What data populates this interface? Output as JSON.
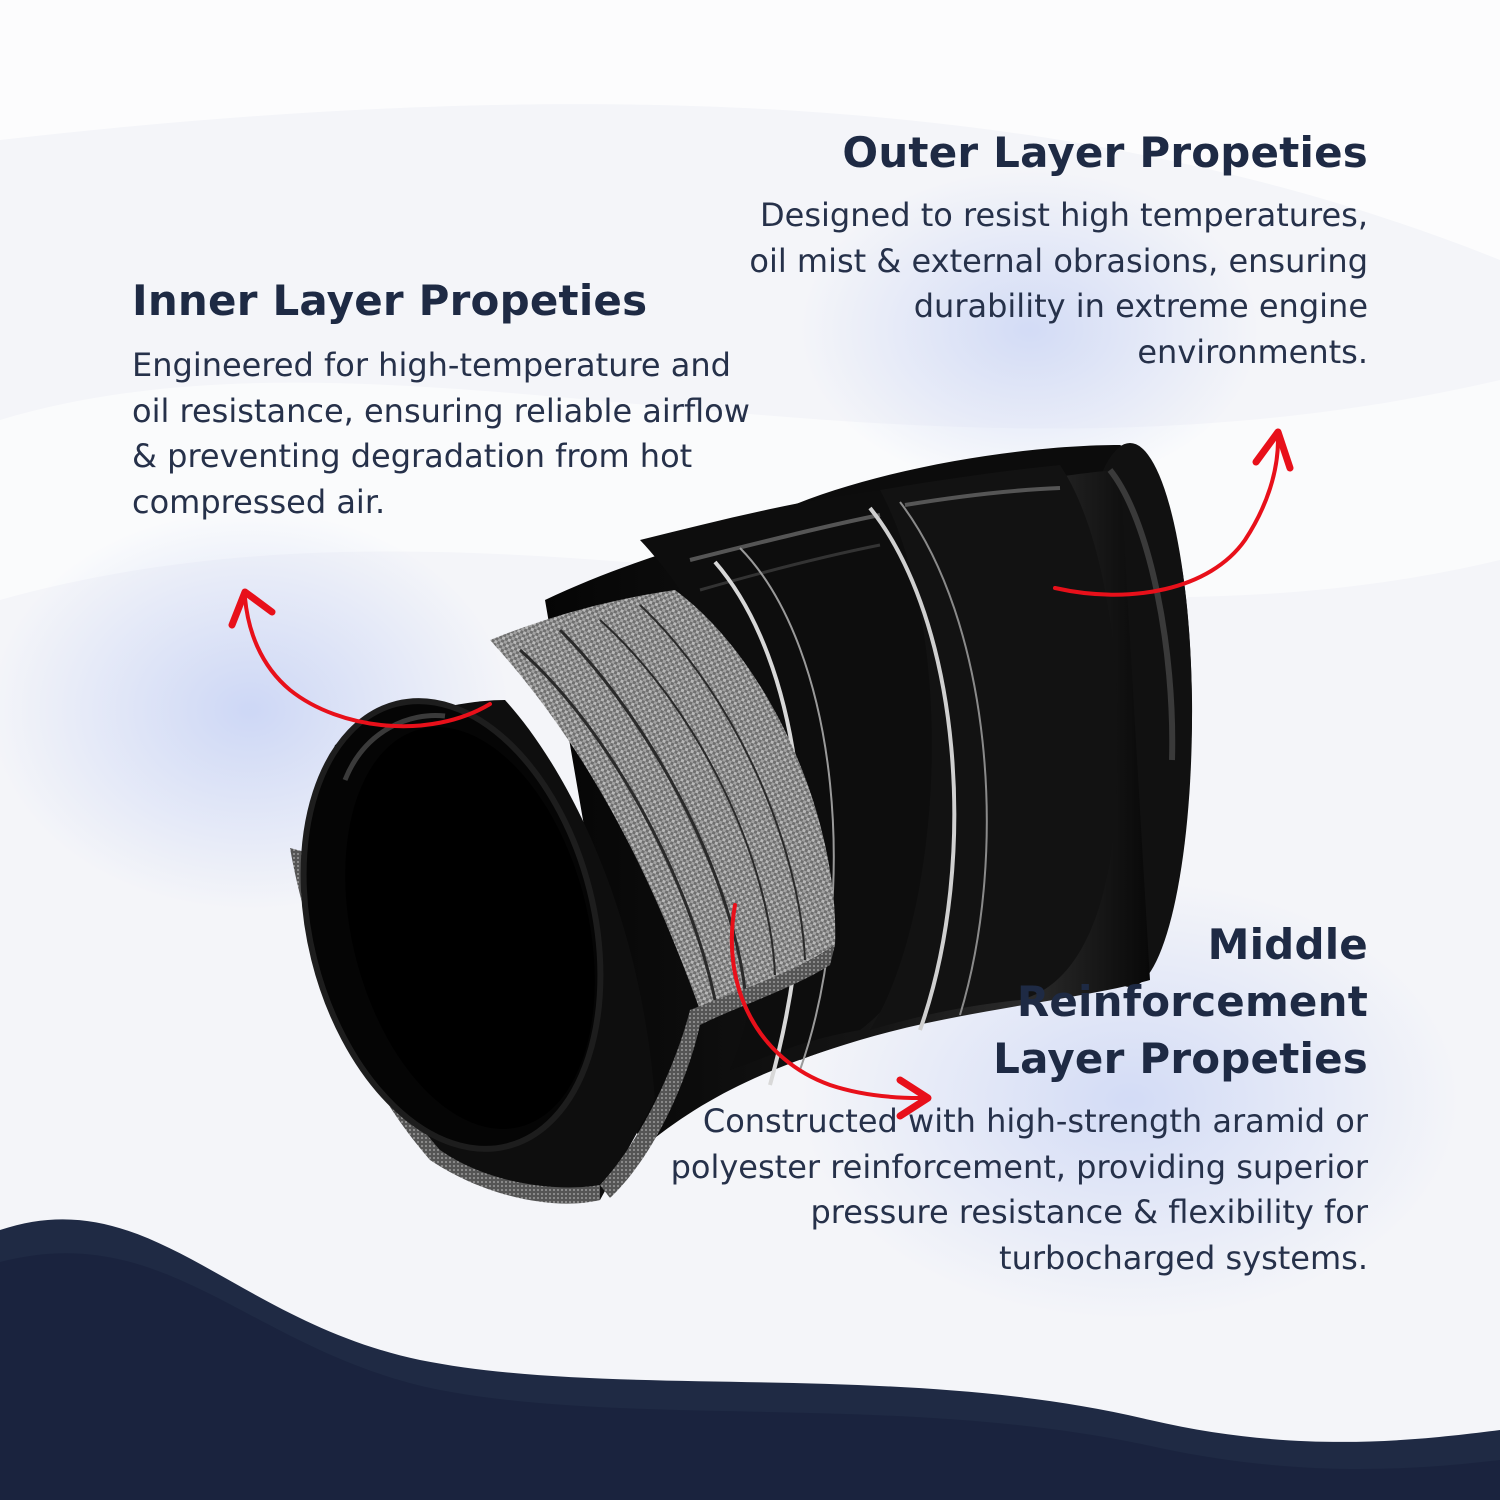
{
  "callouts": {
    "inner": {
      "title": "Inner Layer Propeties",
      "description": "Engineered for high-temperature and oil resistance, ensuring reliable airflow & preventing degradation from hot compressed air."
    },
    "outer": {
      "title": "Outer Layer Propeties",
      "description": "Designed to resist high temperatures, oil mist & external obrasions, ensuring durability in extreme engine environments."
    },
    "middle": {
      "title_lines": [
        "Middle",
        "Reinforcement",
        "Layer Propeties"
      ],
      "description": "Constructed with high-strength aramid or polyester reinforcement, providing superior pressure resistance & flexibility for turbocharged systems."
    }
  },
  "colors": {
    "heading": "#1e2a44",
    "arrow": "#e8101a",
    "wave": "#1f2a44",
    "hose": "#0a0a0a",
    "mesh": "#8a8a8a"
  }
}
